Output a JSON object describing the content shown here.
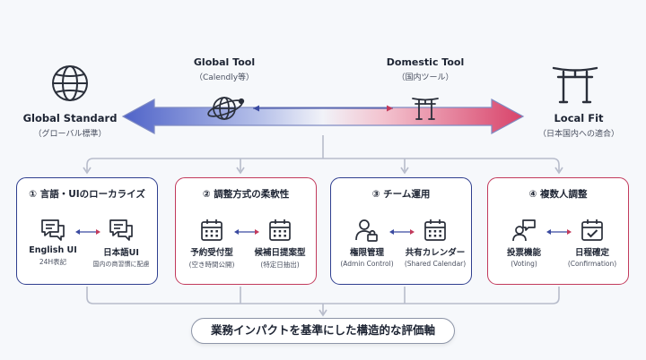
{
  "colors": {
    "blue": "#2f3f8f",
    "red": "#c23a5c",
    "connector": "#b7bccb"
  },
  "spectrum": {
    "left": {
      "title": "Global Standard",
      "subtitle": "（グローバル標準）",
      "icon": "globe-icon"
    },
    "right": {
      "title": "Local Fit",
      "subtitle": "（日本国内への適合）",
      "icon": "torii-icon"
    },
    "global_tool": {
      "title": "Global Tool",
      "subtitle": "（Calendly等）",
      "icon": "orbit-globe-icon"
    },
    "domestic_tool": {
      "title": "Domestic Tool",
      "subtitle": "（国内ツール）",
      "icon": "torii-small-icon"
    }
  },
  "cards": [
    {
      "title": "① 言語・UIのローカライズ",
      "tone": "blue",
      "left": {
        "label": "English UI",
        "sub": "24H表記",
        "icon": "chat-icon"
      },
      "right": {
        "label": "日本語UI",
        "sub": "国内の商習慣に配慮",
        "icon": "chat-icon"
      }
    },
    {
      "title": "② 調整方式の柔軟性",
      "tone": "red",
      "left": {
        "label": "予約受付型",
        "sub": "(空き時間公開)",
        "icon": "calendar-icon"
      },
      "right": {
        "label": "候補日提案型",
        "sub": "(特定日抽出)",
        "icon": "calendar-icon"
      }
    },
    {
      "title": "③ チーム運用",
      "tone": "blue",
      "left": {
        "label": "権限管理",
        "sub": "(Admin Control)",
        "icon": "user-lock-icon"
      },
      "right": {
        "label": "共有カレンダー",
        "sub": "(Shared Calendar)",
        "icon": "calendar-icon"
      }
    },
    {
      "title": "④ 複数人調整",
      "tone": "red",
      "left": {
        "label": "投票機能",
        "sub": "(Voting)",
        "icon": "user-chat-icon"
      },
      "right": {
        "label": "日程確定",
        "sub": "(Confirmation)",
        "icon": "calendar-check-icon"
      }
    }
  ],
  "footer": "業務インパクトを基準にした構造的な評価軸"
}
